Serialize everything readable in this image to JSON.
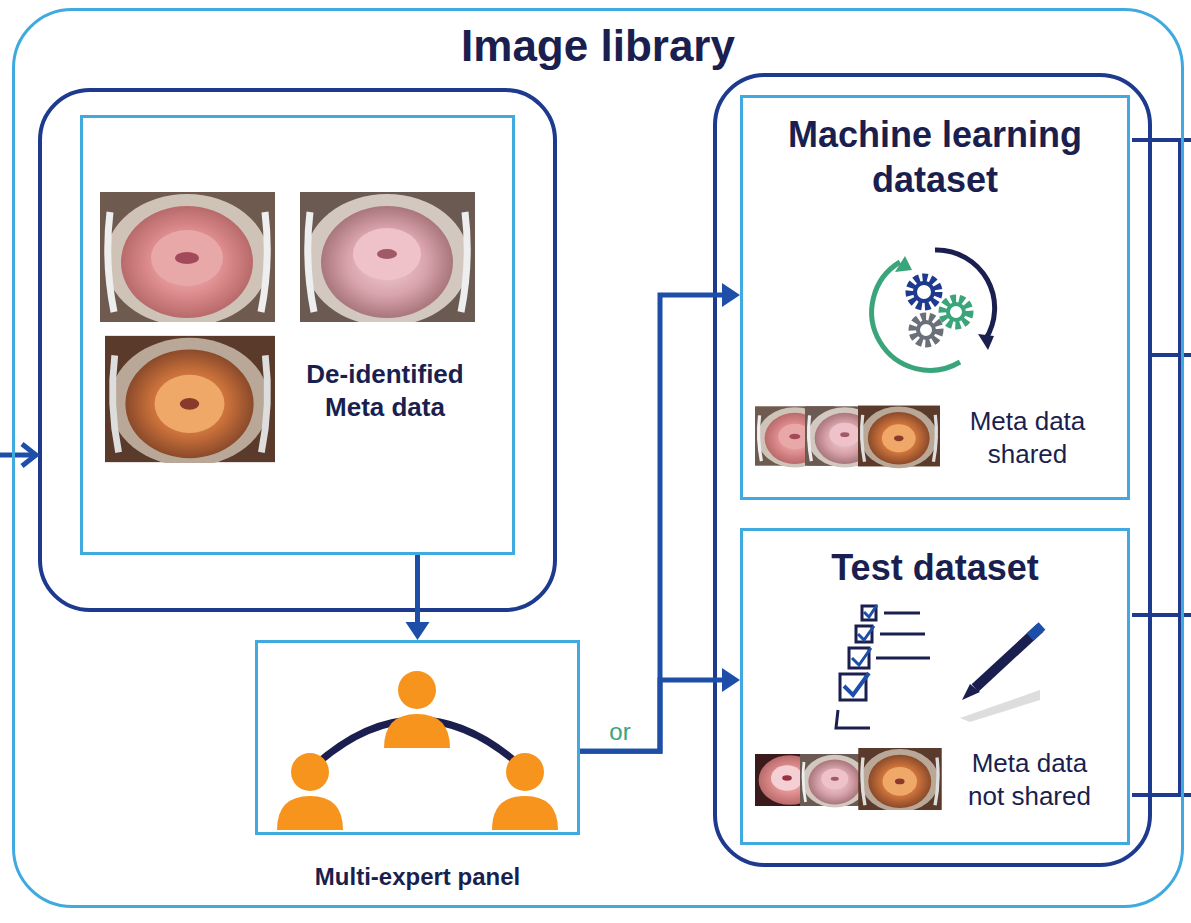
{
  "diagram": {
    "nodes": [
      {
        "text": [
          "Image library"
        ]
      },
      {
        "text": [
          "De-identified Meta data"
        ],
        "in": 0
      },
      {
        "text": [
          "Multi-expert panel"
        ],
        "in": 0
      },
      {
        "text": [
          "Machine learning dataset",
          "Meta data shared"
        ],
        "in": 0
      },
      {
        "text": [
          "Test dataset",
          "Meta data not shared"
        ],
        "in": 0
      }
    ],
    "edges": [
      {
        "from": 1,
        "to": 2,
        "arrow": "to"
      },
      {
        "from": 2,
        "to": 3,
        "arrow": "to",
        "label": "or"
      },
      {
        "from": 2,
        "to": 4,
        "arrow": "to"
      }
    ]
  }
}
